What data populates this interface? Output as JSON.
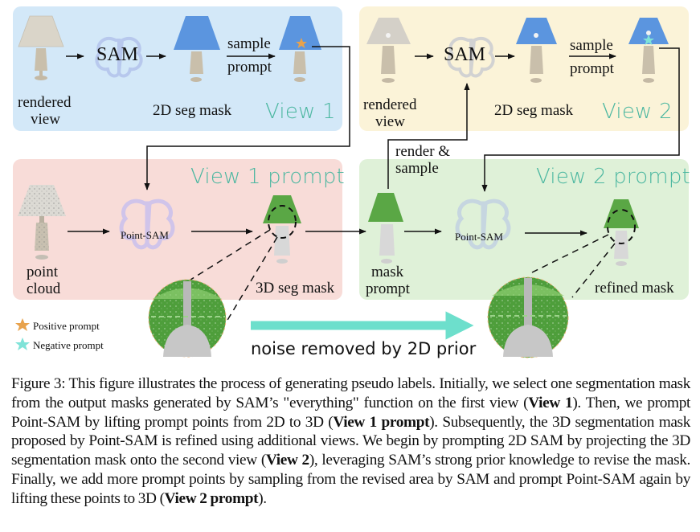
{
  "figure": {
    "panels": {
      "view1": {
        "title": "View 1",
        "rendered_view_label": [
          "rendered",
          "view"
        ],
        "sam_label": "SAM",
        "seg_mask_label": "2D seg mask",
        "sample_label": "sample",
        "prompt_label": "prompt"
      },
      "view2": {
        "title": "View 2",
        "rendered_view_label": [
          "rendered",
          "view"
        ],
        "sam_label": "SAM",
        "seg_mask_label": "2D seg mask",
        "sample_label": "sample",
        "prompt_label": "prompt"
      },
      "view1_prompt": {
        "title": "View 1 prompt",
        "point_cloud_label": [
          "point",
          "cloud"
        ],
        "model_label": "Point-SAM",
        "result_label": "3D seg mask"
      },
      "view2_prompt": {
        "title": "View 2 prompt",
        "mask_prompt_label": [
          "mask",
          "prompt"
        ],
        "model_label": "Point-SAM",
        "result_label": "refined mask"
      }
    },
    "connector_label": [
      "render &",
      "sample"
    ],
    "legend": [
      {
        "icon": "star-icon",
        "label": "Positive prompt",
        "color": "#e8a24c"
      },
      {
        "icon": "star-icon",
        "label": "Negative prompt",
        "color": "#7fe3d8"
      }
    ],
    "noise_arrow_label": "noise removed by 2D prior",
    "colors": {
      "view1_bg": "#d3e8f8",
      "view2_bg": "#fbf3d8",
      "view1_prompt_bg": "#f8dcd8",
      "view2_prompt_bg": "#dff1d8",
      "title_color": "#4bb7a0",
      "mask_blue": "#5b95df",
      "mask_green": "#5aa745",
      "noise_arrow": "#6ddfcc"
    }
  },
  "caption": {
    "prefix": "Figure 3: This figure illustrates the process of generating pseudo labels.  Initially, we select one segmentation mask from the output masks generated by SAM’s \"everything\" function on the first view (",
    "bold1": "View 1",
    "text2": "). Then, we prompt Point-SAM by lifting prompt points from 2D to 3D (",
    "bold2": "View 1 prompt",
    "text3": "). Subsequently, the 3D segmentation mask proposed by Point-SAM is refined using additional views. We begin by prompting 2D SAM by projecting the 3D segmentation mask onto the second view (",
    "bold3": "View 2",
    "text4": "), leveraging SAM’s strong prior knowledge to revise the mask. Finally, we add more prompt points by sampling from the revised area by SAM and prompt Point-SAM again by lifting these points to 3D (",
    "bold4": "View 2 prompt",
    "text5": ")."
  }
}
